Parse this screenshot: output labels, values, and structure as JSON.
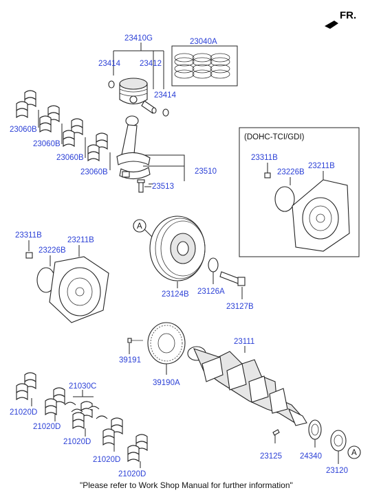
{
  "direction": {
    "label": "FR."
  },
  "section_box": {
    "title": "(DOHC-TCI/GDI)"
  },
  "parts": {
    "p23410G": "23410G",
    "p23040A": "23040A",
    "p23414_a": "23414",
    "p23412": "23412",
    "p23414_b": "23414",
    "p23060B_1": "23060B",
    "p23060B_2": "23060B",
    "p23060B_3": "23060B",
    "p23060B_4": "23060B",
    "p23510": "23510",
    "p23513": "23513",
    "p23311B_box": "23311B",
    "p23226B_box": "23226B",
    "p23211B_box": "23211B",
    "p23311B": "23311B",
    "p23226B": "23226B",
    "p23211B": "23211B",
    "p23124B": "23124B",
    "p23126A": "23126A",
    "p23127B": "23127B",
    "p23111": "23111",
    "p39191": "39191",
    "p39190A": "39190A",
    "p21030C": "21030C",
    "p21020D_1": "21020D",
    "p21020D_2": "21020D",
    "p21020D_3": "21020D",
    "p21020D_4": "21020D",
    "p21020D_5": "21020D",
    "p23125": "23125",
    "p24340": "24340",
    "p23120": "23120"
  },
  "markers": {
    "a1": "A",
    "a2": "A"
  },
  "footer": "\"Please refer to Work Shop Manual for further information\""
}
